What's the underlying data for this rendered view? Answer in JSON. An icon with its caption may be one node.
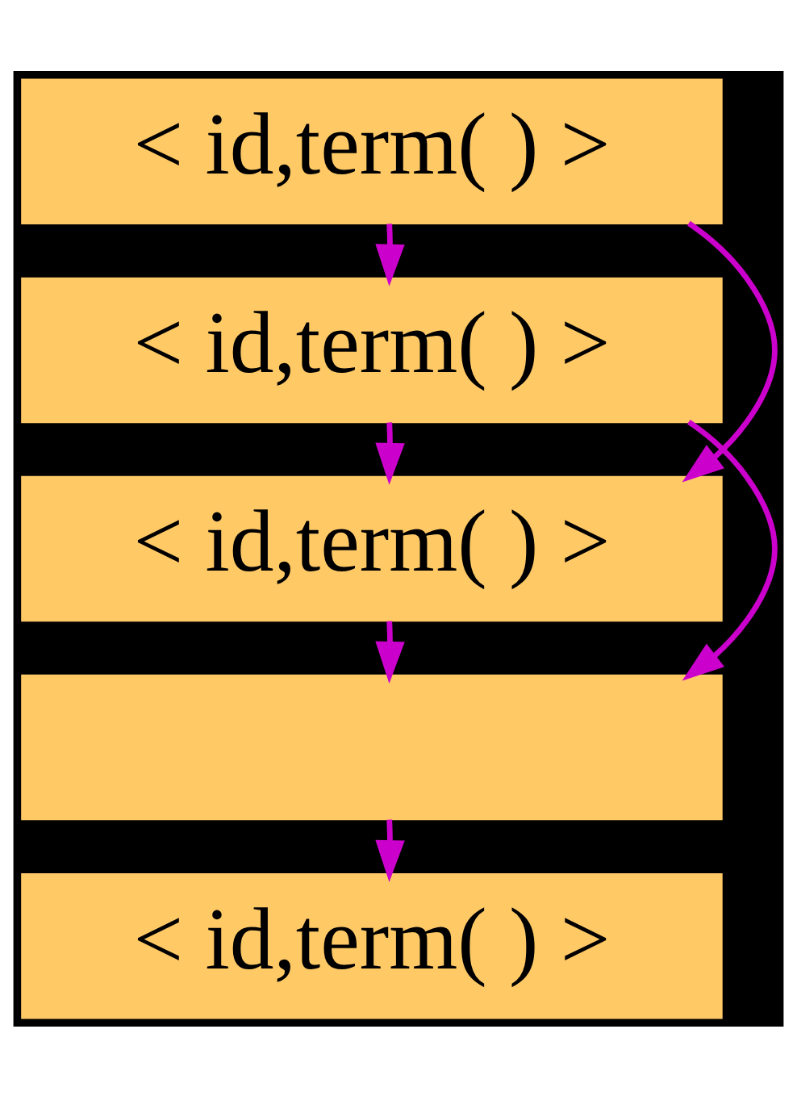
{
  "diagram": {
    "nodes": [
      {
        "text": [
          "< id,term( ) >"
        ]
      },
      {
        "text": [
          "< id,term( ) >"
        ]
      },
      {
        "text": [
          "< id,term( ) >"
        ]
      },
      {
        "text": [],
        "shape": "bar"
      },
      {
        "text": [
          "< id,term( ) >"
        ]
      }
    ],
    "edges": [
      {
        "from": 0,
        "to": 1,
        "arrow": "to"
      },
      {
        "from": 0,
        "to": 2,
        "arrow": "to"
      },
      {
        "from": 1,
        "to": 2,
        "arrow": "to"
      },
      {
        "from": 1,
        "to": 3,
        "arrow": "to"
      },
      {
        "from": 2,
        "to": 3,
        "arrow": "to"
      },
      {
        "from": 3,
        "to": 4,
        "arrow": "to"
      }
    ]
  }
}
